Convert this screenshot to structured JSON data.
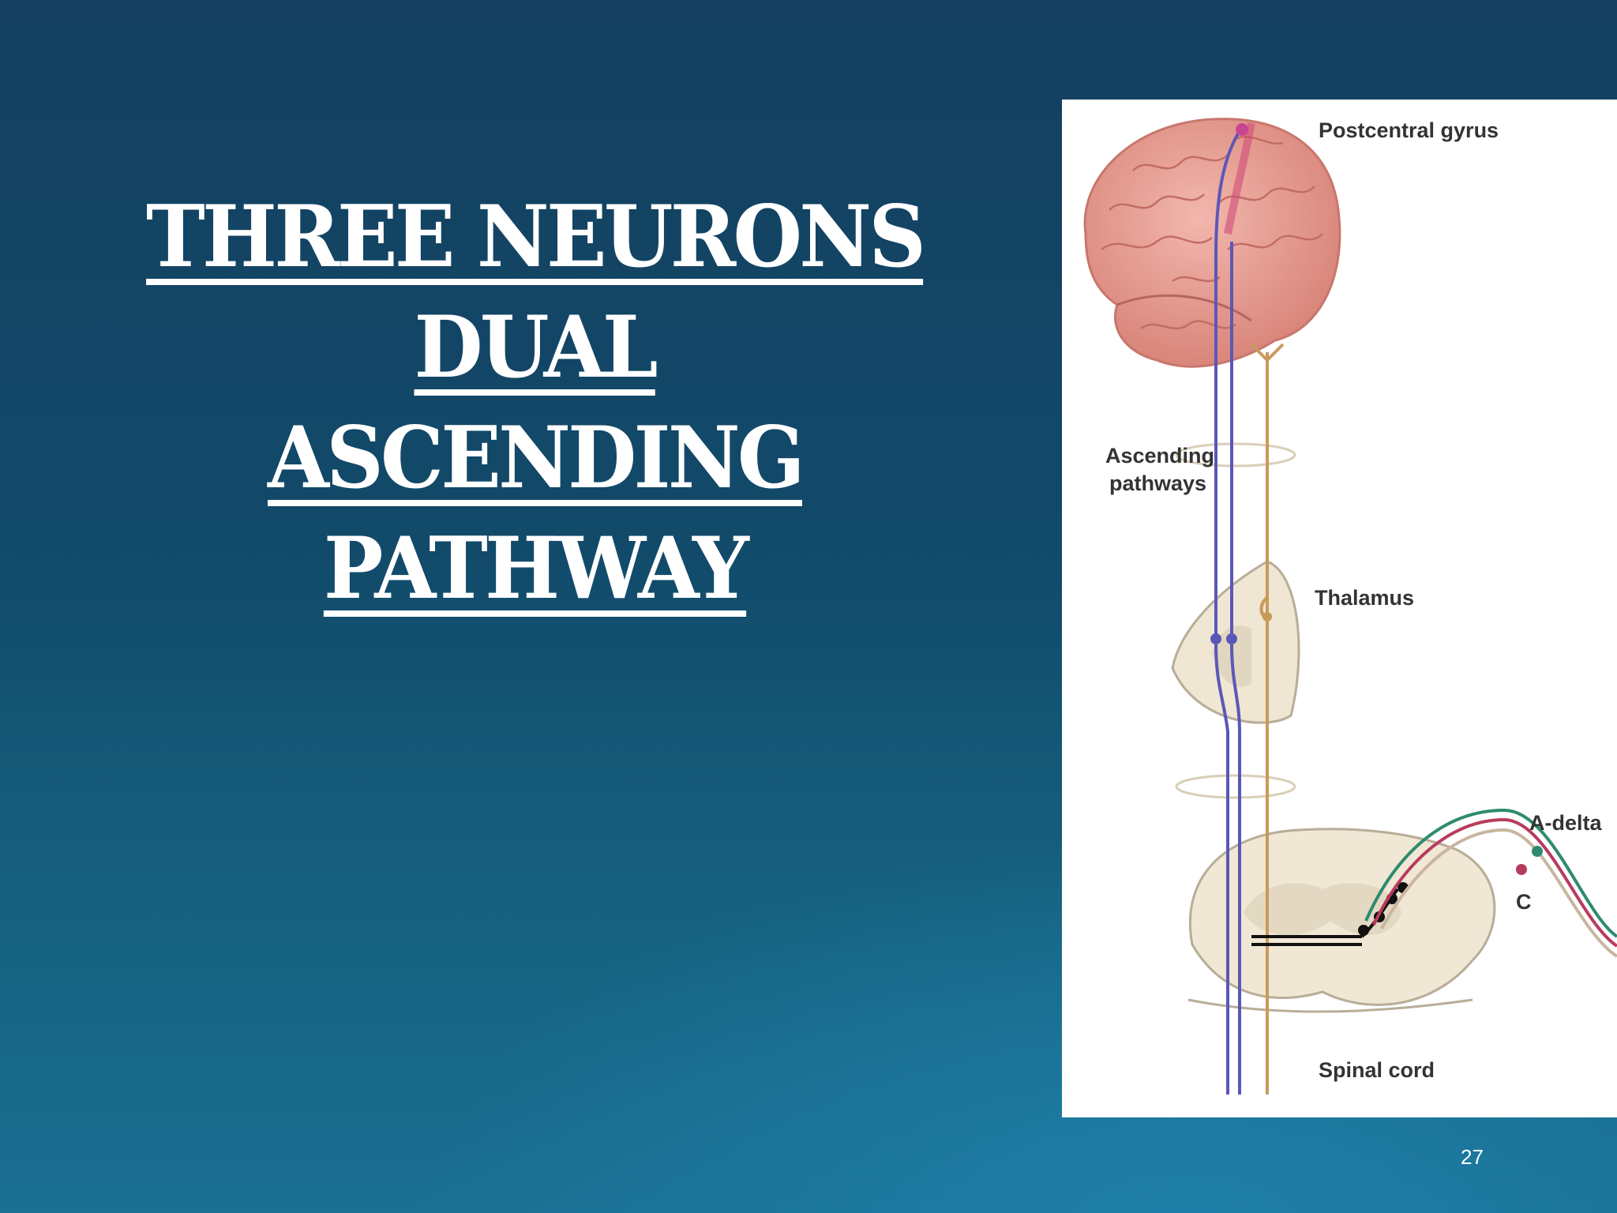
{
  "slide": {
    "title_lines": [
      "THREE NEURONS",
      "DUAL",
      "ASCENDING PATHWAY"
    ],
    "page_number": "27"
  },
  "figure": {
    "labels": {
      "postcentral_gyrus": "Postcentral gyrus",
      "ascending_pathways_line1": "Ascending",
      "ascending_pathways_line2": "pathways",
      "thalamus": "Thalamus",
      "a_delta": "A-delta",
      "c_fiber": "C",
      "spinal_cord": "Spinal cord"
    },
    "colors": {
      "brain": "#e8a29a",
      "fast_pathway": "#5b57b8",
      "slow_pathway": "#c99a5b",
      "a_delta_fiber": "#2e8b6e",
      "c_fiber": "#b83b5e",
      "tissue": "#eee4d2"
    }
  }
}
